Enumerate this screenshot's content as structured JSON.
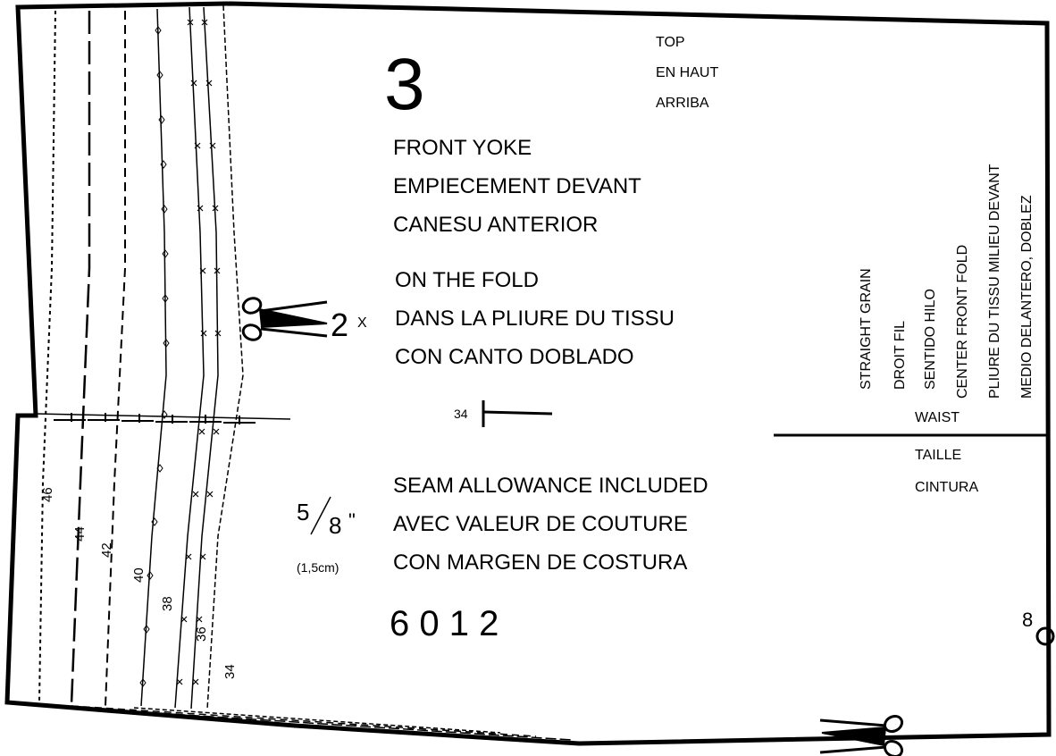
{
  "piece": {
    "number": "3",
    "direction": [
      "TOP",
      "EN HAUT",
      "ARRIBA"
    ],
    "name": [
      "FRONT YOKE",
      "EMPIECEMENT DEVANT",
      "CANESU ANTERIOR"
    ],
    "fold": [
      "ON THE FOLD",
      "DANS LA PLIURE DU TISSU",
      "CON CANTO DOBLADO"
    ],
    "cut_count": "2",
    "cut_x": "X",
    "size_tag": "34",
    "allowance_num": "5",
    "allowance_den": "8",
    "allowance_unit": "\"",
    "allowance_metric": "(1,5cm)",
    "allowance_text": [
      "SEAM ALLOWANCE INCLUDED",
      "AVEC VALEUR DE COUTURE",
      "CON MARGEN DE COSTURA"
    ],
    "pattern_number": "6 0 1 2",
    "grain_lines": [
      "STRAIGHT GRAIN",
      "DROIT FIL",
      "SENTIDO HILO",
      "CENTER FRONT FOLD",
      "PLIURE DU TISSU MILIEU DEVANT",
      "MEDIO DELANTERO, DOBLEZ"
    ],
    "waist": [
      "WAIST",
      "TAILLE",
      "CINTURA"
    ],
    "notch_number": "8"
  },
  "sizes": [
    {
      "label": "46",
      "style": "short-dash"
    },
    {
      "label": "44",
      "style": "long-dash"
    },
    {
      "label": "42",
      "style": "medium-dash"
    },
    {
      "label": "40",
      "style": "diamond-marks"
    },
    {
      "label": "38",
      "style": "x-marks"
    },
    {
      "label": "36",
      "style": "x-marks"
    },
    {
      "label": "34",
      "style": "box-marks"
    }
  ]
}
